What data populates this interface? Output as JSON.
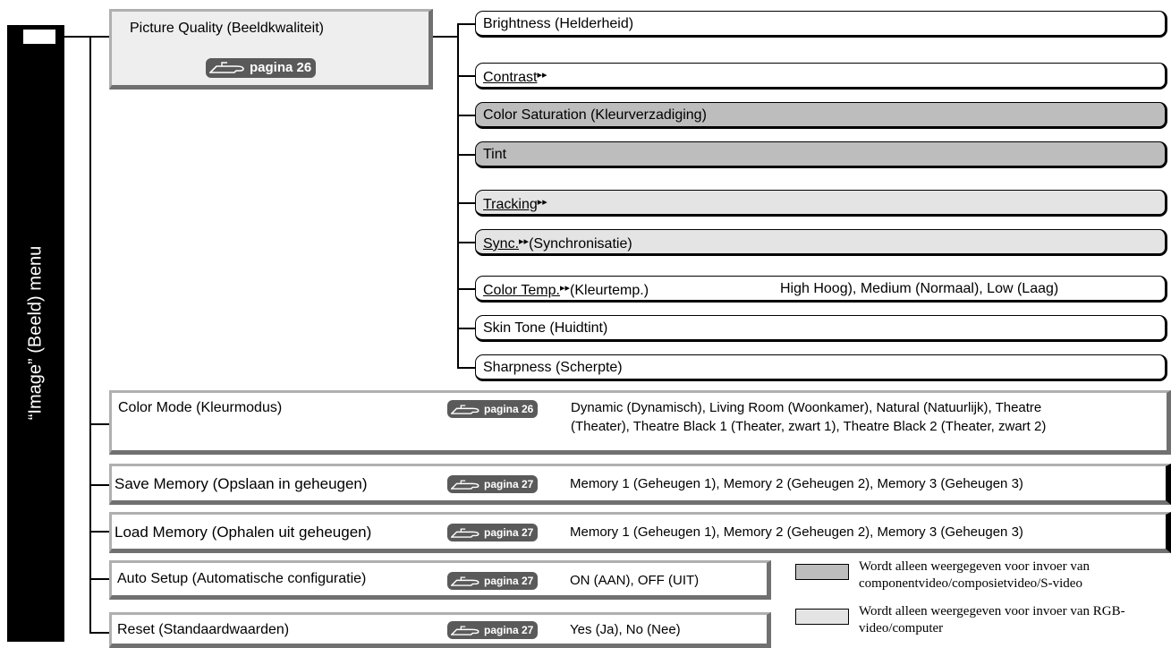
{
  "sidebar": {
    "label": "“Image” (Beeld) menu"
  },
  "picture_quality": {
    "title": "Picture Quality (Beeldkwaliteit)",
    "ref": "pagina 26",
    "items": [
      {
        "label": "Brightness (Helderheid)",
        "value": ""
      },
      {
        "label": "Contrast",
        "value": ""
      },
      {
        "label": "Color Saturation (Kleurverzadiging)",
        "value": ""
      },
      {
        "label": "Tint",
        "value": ""
      },
      {
        "label": "Tracking",
        "value": ""
      },
      {
        "label": "Sync.",
        "suffix": "(Synchronisatie)",
        "value": ""
      },
      {
        "label": "Color Temp.",
        "suffix": "(Kleurtemp.)",
        "value": "High Hoog), Medium (Normaal), Low (Laag)"
      },
      {
        "label": "Skin Tone (Huidtint)",
        "value": ""
      },
      {
        "label": "Sharpness (Scherpte)",
        "value": ""
      }
    ]
  },
  "rows": [
    {
      "label": "Color Mode (Kleurmodus)",
      "ref": "pagina 26",
      "value1": "Dynamic (Dynamisch), Living Room (Woonkamer), Natural (Natuurlijk), Theatre",
      "value2": "(Theater), Theatre Black 1 (Theater, zwart 1), Theatre Black 2 (Theater, zwart 2)"
    },
    {
      "label": "Save Memory (Opslaan in geheugen)",
      "ref": "pagina 27",
      "value": "Memory 1 (Geheugen 1), Memory 2 (Geheugen 2), Memory 3 (Geheugen 3)"
    },
    {
      "label": "Load Memory (Ophalen uit geheugen)",
      "ref": "pagina 27",
      "value": "Memory 1 (Geheugen 1), Memory 2 (Geheugen 2), Memory 3 (Geheugen 3)"
    },
    {
      "label": "Auto Setup (Automatische configuratie)",
      "ref": "pagina 27",
      "value": "ON (AAN), OFF (UIT)"
    },
    {
      "label": "Reset (Standaardwaarden)",
      "ref": "pagina 27",
      "value": "Yes (Ja), No (Nee)"
    }
  ],
  "legend": [
    {
      "color": "#bdbdbd",
      "text": "Wordt alleen weergegeven voor invoer van componentvideo/composietvideo/S-video"
    },
    {
      "color": "#e4e4e4",
      "text": "Wordt alleen weergegeven voor invoer van RGB-video/computer"
    }
  ]
}
